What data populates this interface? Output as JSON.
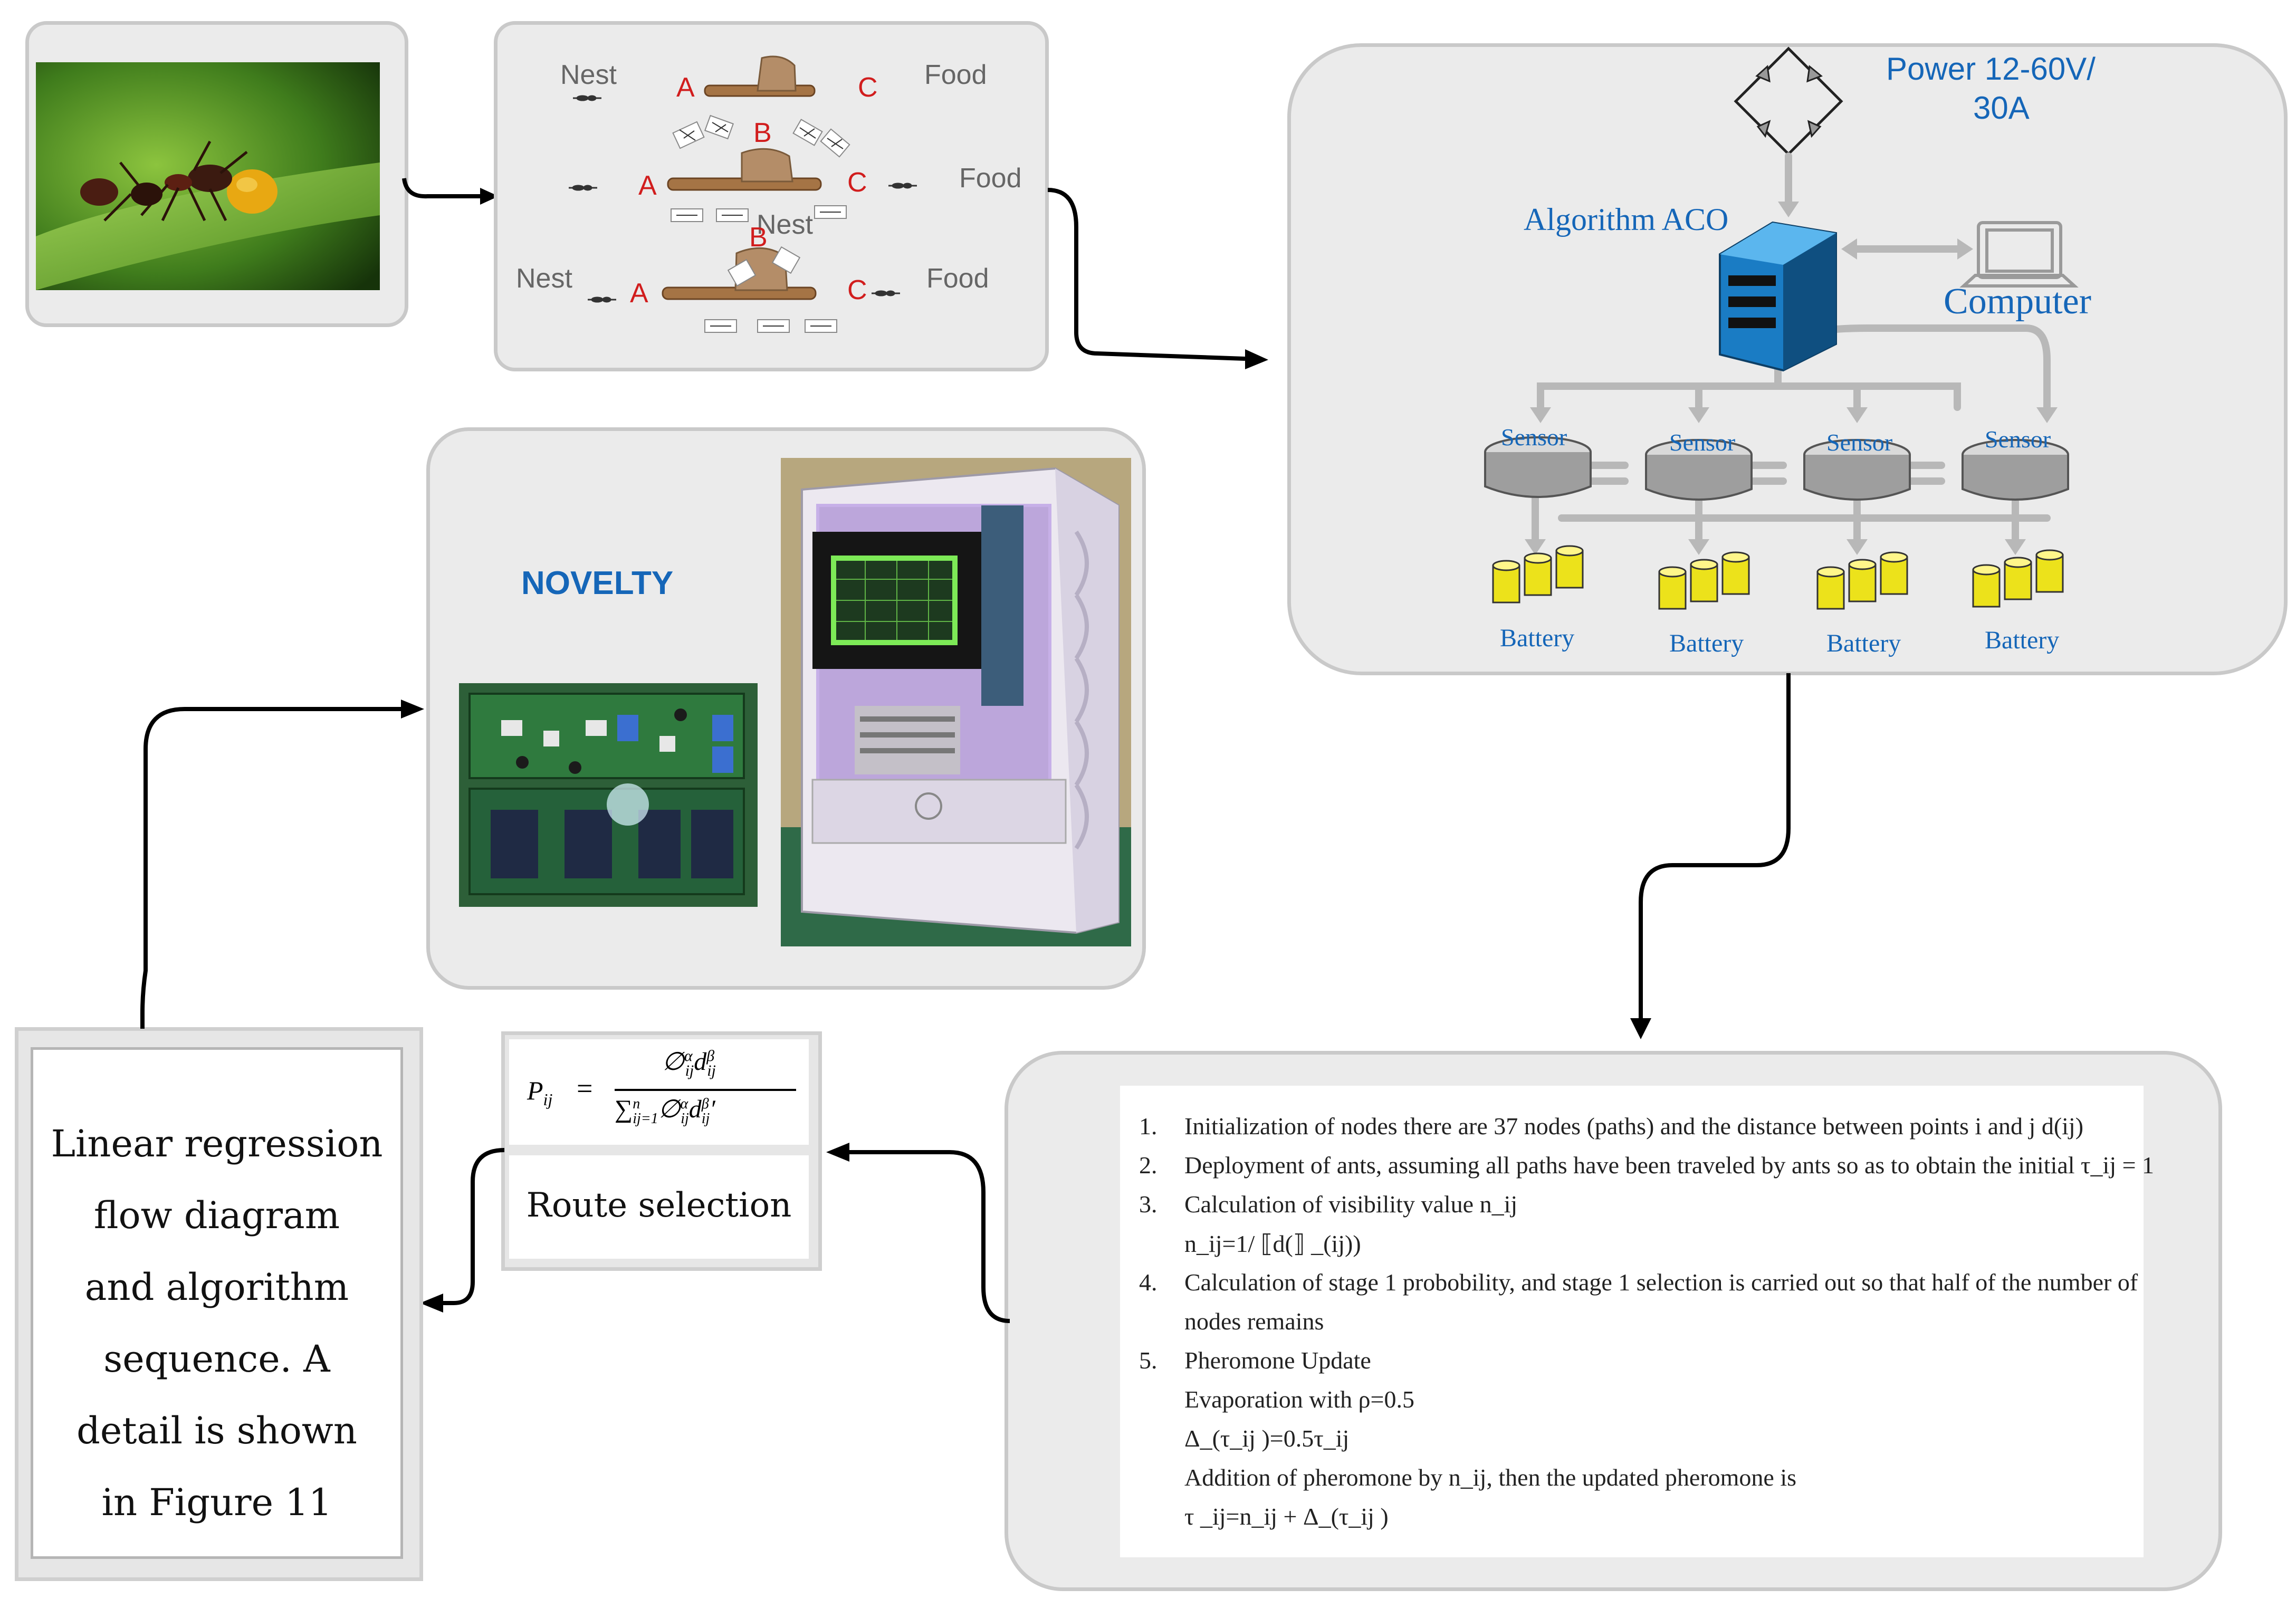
{
  "ant_panel": {
    "row1": {
      "left": "Nest",
      "right": "Food",
      "a": "A",
      "c": "C"
    },
    "row2": {
      "right": "Food",
      "a": "A",
      "b": "B",
      "c": "C"
    },
    "row3": {
      "left": "Nest",
      "right": "Food",
      "a": "A",
      "b": "B",
      "c": "C",
      "overlap": "Nest"
    }
  },
  "system_panel": {
    "power": "Power  12-60V/",
    "power2": "30A",
    "algorithm": "Algorithm ACO",
    "computer": "Computer",
    "sensors": [
      "Sensor",
      "Sensor",
      "Sensor",
      "Sensor"
    ],
    "batteries": [
      "Battery",
      "Battery",
      "Battery",
      "Battery"
    ]
  },
  "novelty": {
    "title": "NOVELTY"
  },
  "steps": {
    "items": [
      {
        "n": "1.",
        "text": "Initialization of nodes there are 37 nodes (paths) and the distance between points i and j d(ij)"
      },
      {
        "n": "2.",
        "text": "Deployment of ants, assuming all paths have been traveled by ants so as to obtain the initial τ_ij = 1"
      },
      {
        "n": "3.",
        "text": "Calculation of visibility value n_ij"
      },
      {
        "n": "",
        "text": "n_ij=1/  ⟦d(⟧ _(ij))"
      },
      {
        "n": "4.",
        "text": "Calculation of stage 1 probobility, and stage 1 selection is carried out so that half of the number of"
      },
      {
        "n": "",
        "text": "nodes remains"
      },
      {
        "n": "5.",
        "text": "Pheromone Update"
      },
      {
        "n": "",
        "text": "Evaporation with ρ=0.5"
      },
      {
        "n": "",
        "text": "Δ_(τ_ij )=0.5τ_ij"
      },
      {
        "n": "",
        "text": "Addition of pheromone by n_ij, then the updated pheromone is"
      },
      {
        "n": "",
        "text": "τ _ij=n_ij + Δ_(τ_ij )"
      }
    ]
  },
  "route": {
    "label": "Route selection",
    "formula_lhs": "P",
    "formula_lhs_sub": "ij",
    "formula_eq": "=",
    "num": "∅",
    "num_sup": "α",
    "num_sub": "ij",
    "num_d": "d",
    "num_d_sup": "β",
    "num_d_sub": "ij",
    "den_sum": "∑",
    "den_sum_sup": "n",
    "den_sum_sub": "ij=1",
    "den_phi": "∅",
    "den_phi_sup": "α",
    "den_phi_sub": "ij",
    "den_d": "d",
    "den_d_sup": "β",
    "den_d_sub": "ij",
    "den_tail": "′"
  },
  "linear_regression": {
    "lines": [
      "Linear regression",
      "flow diagram",
      "and algorithm",
      "sequence. A",
      "detail is shown",
      "in Figure 11"
    ]
  },
  "colors": {
    "panel": "#ebebeb",
    "border": "#c9c9c9",
    "blue": "#1566b8",
    "red": "#d11d1d"
  }
}
